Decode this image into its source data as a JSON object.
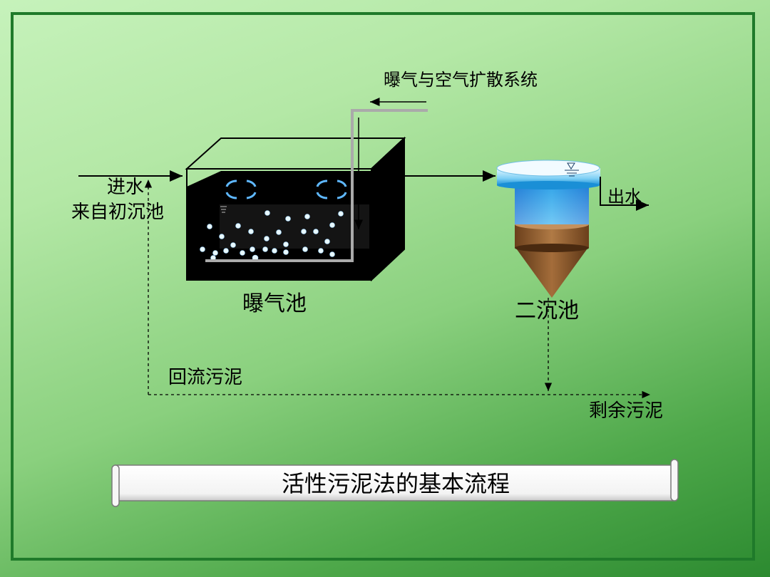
{
  "labels": {
    "aeration_system": "曝气与空气扩散系统",
    "inflow": "进水",
    "from_primary": "来自初沉池",
    "aeration_tank": "曝气池",
    "secondary_clarifier": "二沉池",
    "outflow": "出水",
    "return_sludge": "回流污泥",
    "excess_sludge": "剩余污泥"
  },
  "banner": {
    "title": "活性污泥法的基本流程"
  },
  "colors": {
    "frame": "#1f7a2a",
    "tank_water": "#000000",
    "clarifier_water": "#2aa7e8",
    "sludge": "#8a5a2e"
  }
}
